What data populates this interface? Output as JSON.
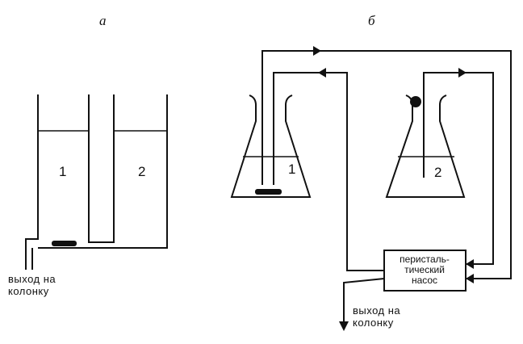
{
  "panel_a": {
    "letter": "а",
    "vessel_1": "1",
    "vessel_2": "2",
    "outlet_label_line1": "выход на",
    "outlet_label_line2": "колонку"
  },
  "panel_b": {
    "letter": "б",
    "flask_1": "1",
    "flask_2": "2",
    "pump_line1": "перисталь-",
    "pump_line2": "тический",
    "pump_line3": "насос",
    "outlet_label_line1": "выход на",
    "outlet_label_line2": "колонку"
  },
  "colors": {
    "ink": "#111111",
    "background": "#ffffff"
  }
}
